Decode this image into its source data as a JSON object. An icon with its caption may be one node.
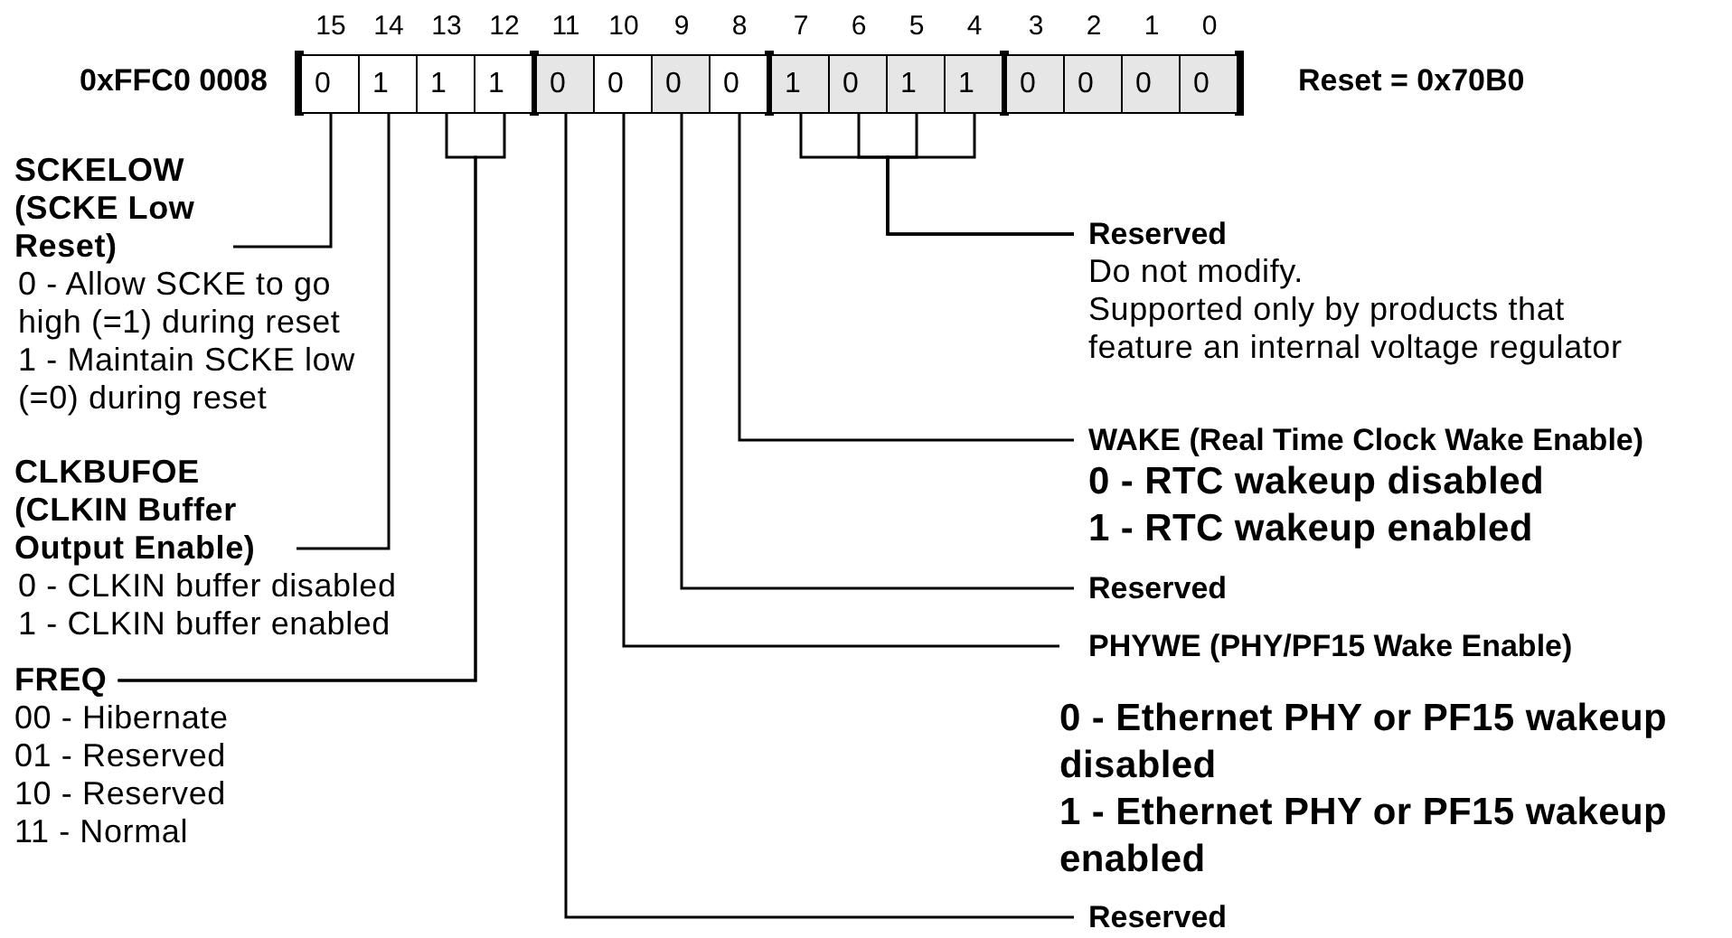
{
  "diagram": {
    "nodes": [
      {
        "text": [
          "0"
        ]
      },
      {
        "text": [
          "1"
        ]
      },
      {
        "text": [
          "1"
        ]
      },
      {
        "text": [
          "1"
        ]
      },
      {
        "text": [
          "0"
        ]
      },
      {
        "text": [
          "0"
        ]
      },
      {
        "text": [
          "0"
        ]
      },
      {
        "text": [
          "0"
        ]
      },
      {
        "text": [
          "1"
        ]
      },
      {
        "text": [
          "0"
        ]
      },
      {
        "text": [
          "1"
        ]
      },
      {
        "text": [
          "1"
        ]
      },
      {
        "text": [
          "0"
        ]
      },
      {
        "text": [
          "0"
        ]
      },
      {
        "text": [
          "0"
        ]
      },
      {
        "text": [
          "0"
        ]
      },
      {
        "text": [
          "SCKELOW (SCKE Low Reset)"
        ],
        "beside": [
          "0 - Allow SCKE to go high (=1) during reset",
          "1 - Maintain SCKE low (=0) during reset"
        ]
      },
      {
        "text": [
          "CLKBUFOE (CLKIN Buffer Output Enable)"
        ],
        "beside": [
          "0 - CLKIN buffer disabled",
          "1 - CLKIN buffer enabled"
        ]
      },
      {
        "text": [
          "FREQ"
        ],
        "beside": [
          "00 - Hibernate",
          "01 - Reserved",
          "10 - Reserved",
          "11 - Normal"
        ]
      },
      {
        "text": [
          "Reserved"
        ],
        "beside": [
          "Do not modify.",
          "Supported only by products that feature an internal voltage regulator"
        ]
      },
      {
        "text": [
          "WAKE (Real Time Clock Wake Enable)"
        ],
        "beside": [
          "0 - RTC wakeup disabled",
          "1 - RTC wakeup enabled"
        ]
      },
      {
        "text": [
          "Reserved"
        ]
      },
      {
        "text": [
          "PHYWE (PHY/PF15 Wake Enable)"
        ],
        "beside": [
          "0 - Ethernet PHY or PF15 wakeup disabled",
          "1 - Ethernet PHY or PF15 wakeup enabled"
        ]
      },
      {
        "text": [
          "Reserved"
        ]
      }
    ],
    "edges": [
      {
        "from": 16,
        "to": 0,
        "arrow": "none"
      },
      {
        "from": 17,
        "to": 1,
        "arrow": "none"
      },
      {
        "from": 18,
        "to": 2,
        "arrow": "none"
      },
      {
        "from": 18,
        "to": 3,
        "arrow": "none"
      },
      {
        "from": 19,
        "to": 8,
        "arrow": "none"
      },
      {
        "from": 19,
        "to": 9,
        "arrow": "none"
      },
      {
        "from": 19,
        "to": 10,
        "arrow": "none"
      },
      {
        "from": 19,
        "to": 11,
        "arrow": "none"
      },
      {
        "from": 20,
        "to": 7,
        "arrow": "none"
      },
      {
        "from": 21,
        "to": 6,
        "arrow": "none"
      },
      {
        "from": 22,
        "to": 5,
        "arrow": "none"
      },
      {
        "from": 23,
        "to": 4,
        "arrow": "none"
      }
    ],
    "labels": [
      "15",
      "14",
      "13",
      "12",
      "11",
      "10",
      "9",
      "8",
      "7",
      "6",
      "5",
      "4",
      "3",
      "2",
      "1",
      "0",
      "0xFFC0 0008",
      "Reset = 0x70B0"
    ]
  }
}
